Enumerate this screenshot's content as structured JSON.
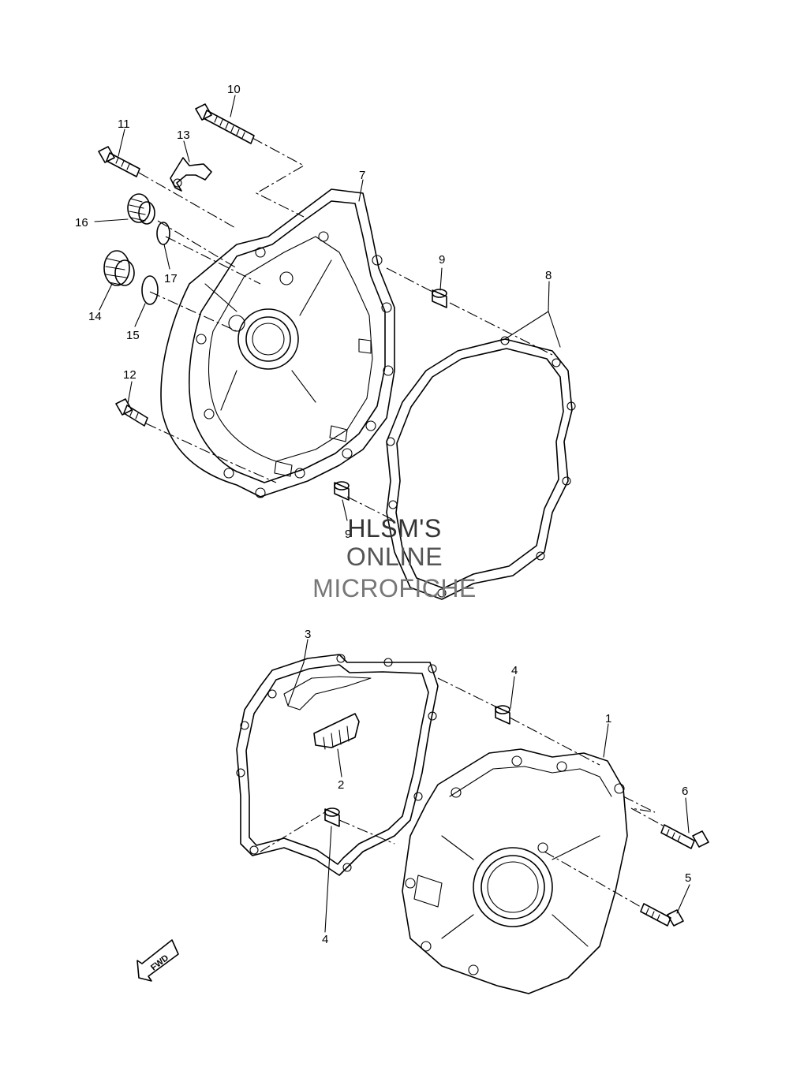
{
  "watermark": {
    "line1": "HLSM'S",
    "line2": "ONLINE",
    "line3": "MICROFICHE"
  },
  "callouts": {
    "c1": "1",
    "c2": "2",
    "c3": "3",
    "c4a": "4",
    "c4b": "4",
    "c5": "5",
    "c6": "6",
    "c7": "7",
    "c8": "8",
    "c9a": "9",
    "c9b": "9",
    "c10": "10",
    "c11": "11",
    "c12": "12",
    "c13": "13",
    "c14": "14",
    "c15": "15",
    "c16": "16",
    "c17": "17"
  },
  "fwd_label": "FWD"
}
